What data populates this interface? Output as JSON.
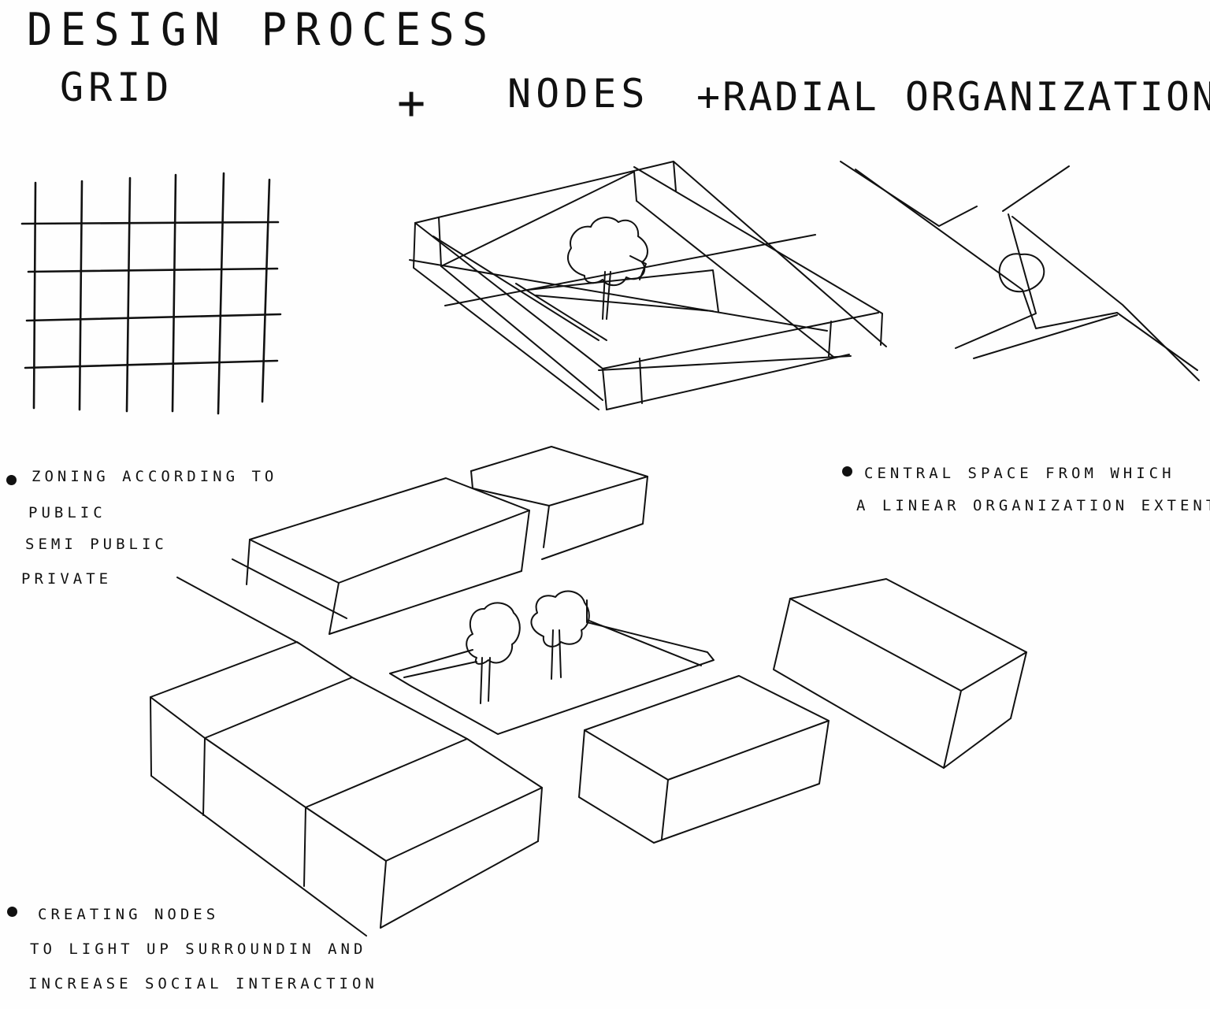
{
  "title": "DESIGN PROCESS",
  "concepts": {
    "grid": "GRID",
    "plus": "+",
    "nodes": "NODES",
    "radial": "+RADIAL ORGANIZATION"
  },
  "notes": {
    "zoning": {
      "line1": "ZONING ACCORDING TO",
      "items": [
        "PUBLIC",
        "SEMI PUBLIC",
        "PRIVATE"
      ]
    },
    "central": {
      "line1": "CENTRAL SPACE FROM WHICH",
      "line2": "A LINEAR ORGANIZATION EXTENTS"
    },
    "creating": {
      "line1": "CREATING NODES",
      "line2": "TO LIGHT UP SURROUNDIN AND",
      "line3": "INCREASE SOCIAL INTERACTION"
    }
  },
  "colors": {
    "ink": "#111111",
    "paper": "#fefefe"
  }
}
